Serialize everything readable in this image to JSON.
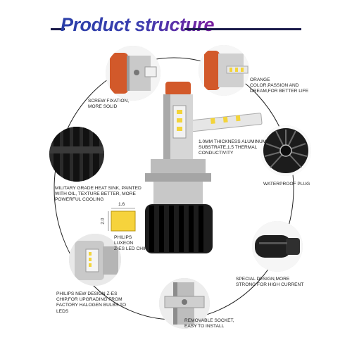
{
  "title": "Product structure",
  "callouts": {
    "screw": [
      "SCREW FIXATION,",
      "MORE SOLID"
    ],
    "orange": [
      "ORANGE",
      "COLOR,PASSION AND",
      "DREAM,FOR BETTER LIFE"
    ],
    "substrate": [
      "1.0MM THICKNESS ALUMINUM",
      "SUBSTRATE,1.5 THERMAL",
      "CONDUCTIVITY"
    ],
    "waterproof": [
      "WATERPROOF PLUG"
    ],
    "heatsink": [
      "MILITARY GRADE HEAT SINK, PAINTED",
      "WITH OIL, TEXTURE BETTER, MORE",
      "POWERFUL COOLING"
    ],
    "chip": [
      "PHILIPS",
      "LUXEON",
      "Z-ES LED CHIP"
    ],
    "chip_dims": [
      "1.6",
      "2.0"
    ],
    "special": [
      "SPECIAL DESIGN,MORE",
      "STRONG FOR HIGH CURRENT"
    ],
    "newchip": [
      "PHILIPS NEW DESIGN Z-ES",
      "CHIP,FOR UPGRADING FROM",
      "FACTORY HALOGEN BULBS TO",
      "LEDS"
    ],
    "socket": [
      "REMOVABLE SOCKET,",
      "EASY TO INSTALL"
    ]
  },
  "colors": {
    "accent_orange": "#d2592a",
    "title_blue": "#2a3fa8",
    "title_purple": "#7a1fa0"
  }
}
